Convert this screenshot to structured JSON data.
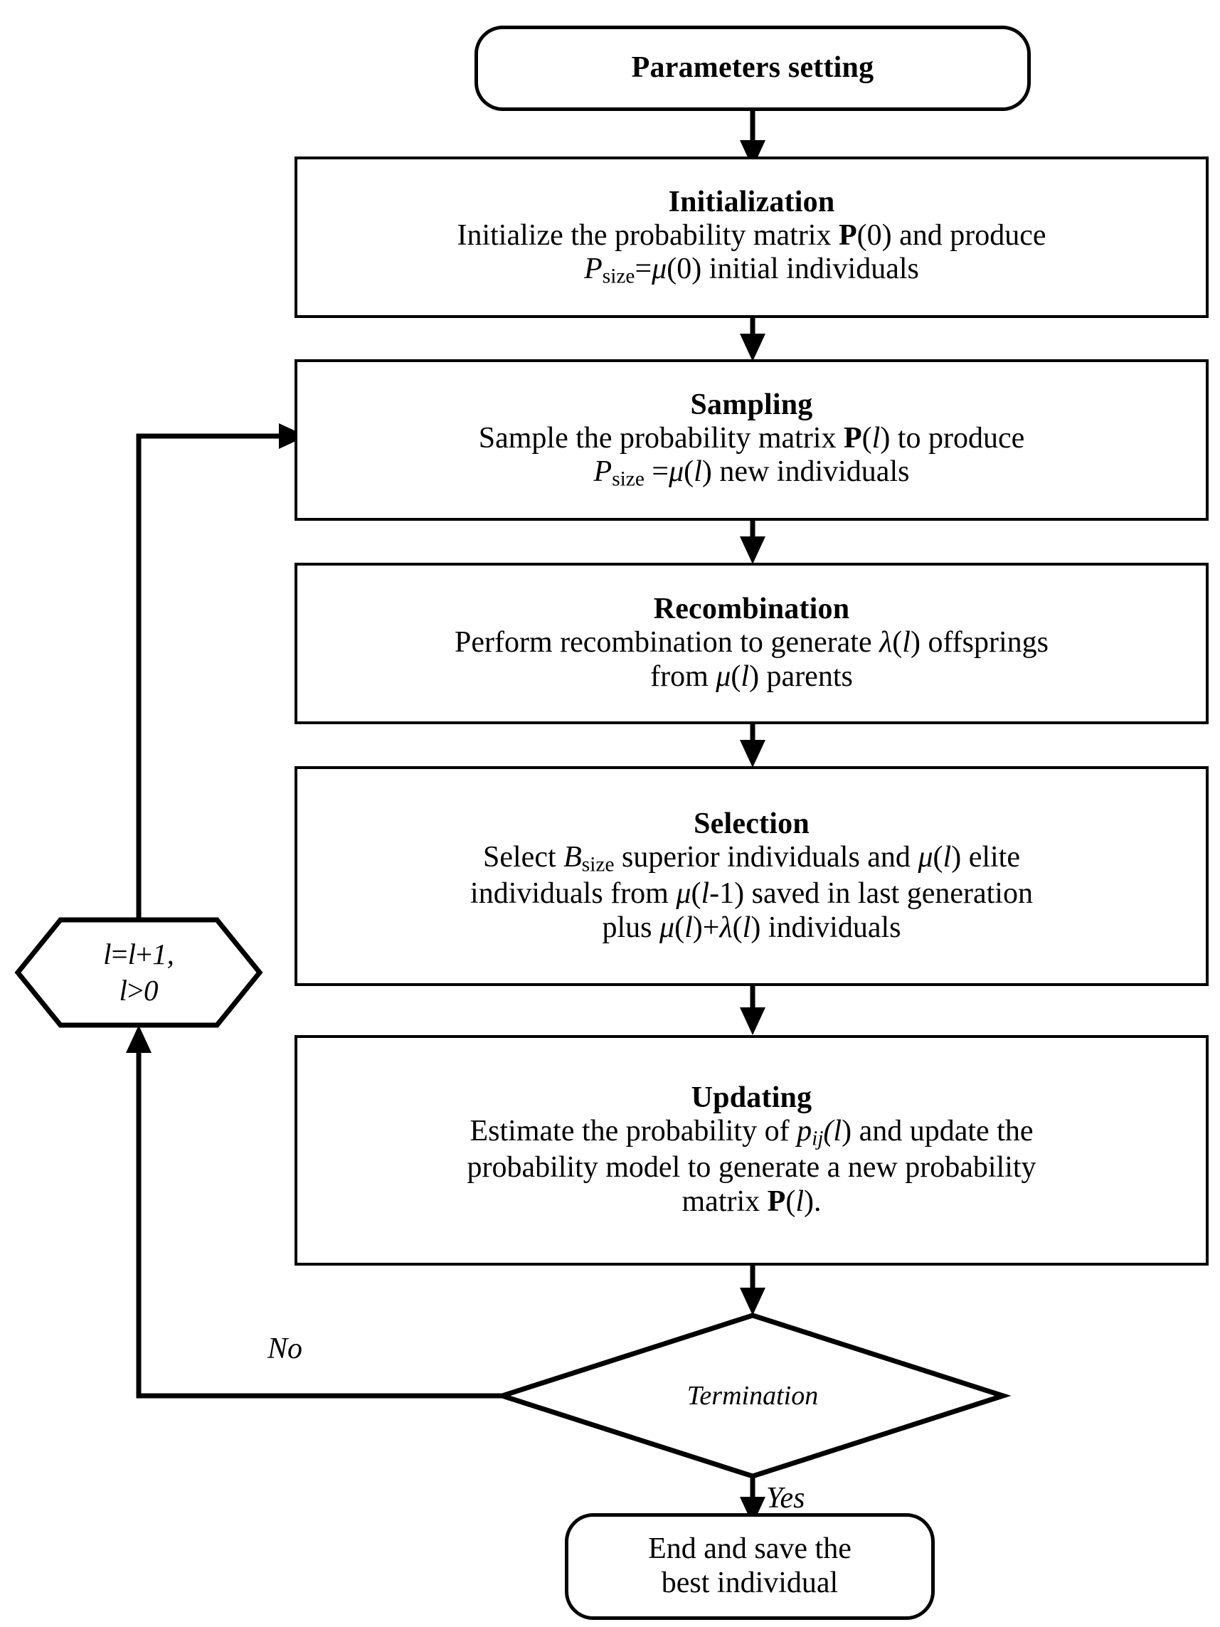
{
  "diagram": {
    "type": "flowchart",
    "title": "Evolutionary algorithm with probability model flowchart",
    "stroke_color": "#000000",
    "background_color": "#ffffff",
    "nodes": [
      {
        "id": "start",
        "shape": "terminator",
        "title": "Parameters setting",
        "lines": []
      },
      {
        "id": "initialization",
        "shape": "process",
        "title": "Initialization",
        "lines": [
          "Initialize the probability matrix P(0) and produce",
          "Psize=μ(0) initial individuals"
        ]
      },
      {
        "id": "sampling",
        "shape": "process",
        "title": "Sampling",
        "lines": [
          "Sample the probability matrix P(l) to produce",
          "Psize =μ(l) new individuals"
        ]
      },
      {
        "id": "recombination",
        "shape": "process",
        "title": "Recombination",
        "lines": [
          "Perform recombination to generate λ(l) offsprings",
          "from μ(l) parents"
        ]
      },
      {
        "id": "selection",
        "shape": "process",
        "title": "Selection",
        "lines": [
          "Select Bsize superior individuals and μ(l)  elite",
          "individuals from μ(l-1)  saved in last generation",
          "plus μ(l)+λ(l)  individuals"
        ]
      },
      {
        "id": "updating",
        "shape": "process",
        "title": "Updating",
        "lines": [
          "Estimate the probability  of pij(l) and update the",
          "probability model to generate a new probability",
          "matrix P(l)."
        ]
      },
      {
        "id": "termination",
        "shape": "decision",
        "title": "Termination",
        "lines": []
      },
      {
        "id": "increment",
        "shape": "hexagon",
        "title": "l=l+1, l>0",
        "lines": [
          "l=l+1,",
          "l>0"
        ]
      },
      {
        "id": "end",
        "shape": "terminator",
        "title": "End and save the best individual",
        "lines": [
          "End and save the",
          "best individual"
        ]
      }
    ],
    "edge_labels": {
      "no": "No",
      "yes": "Yes"
    }
  },
  "start": {
    "label": "Parameters setting"
  },
  "initialization": {
    "title": "Initialization",
    "line1_a": "Initialize the probability matrix ",
    "line1_P": "P",
    "line1_b": "(0) and produce",
    "line2_P": "P",
    "line2_sub": "size",
    "line2_eq": "=",
    "line2_mu": "μ",
    "line2_tail": "(0) initial individuals"
  },
  "sampling": {
    "title": "Sampling",
    "line1_a": "Sample the probability matrix ",
    "line1_P": "P",
    "line1_open": "(",
    "line1_l": "l",
    "line1_b": ") to produce",
    "line2_P": "P",
    "line2_sub": "size",
    "line2_eq": " =",
    "line2_mu": "μ",
    "line2_open": "(",
    "line2_l": "l",
    "line2_tail": ") new individuals"
  },
  "recombination": {
    "title": "Recombination",
    "line1_a": "Perform recombination to generate ",
    "line1_lambda": "λ",
    "line1_open": "(",
    "line1_l": "l",
    "line1_b": ") offsprings",
    "line2_a": "from ",
    "line2_mu": "μ",
    "line2_open": "(",
    "line2_l": "l",
    "line2_b": ") parents"
  },
  "selection": {
    "title": "Selection",
    "line1_a": "Select ",
    "line1_B": "B",
    "line1_sub": "size",
    "line1_b": " superior individuals and ",
    "line1_mu": "μ",
    "line1_open": "(",
    "line1_l": "l",
    "line1_c": ")  elite",
    "line2_a": "individuals from ",
    "line2_mu": "μ",
    "line2_open": "(",
    "line2_l": "l",
    "line2_minus": "-1",
    "line2_b": ")  saved in last generation",
    "line3_a": "plus ",
    "line3_mu": "μ",
    "line3_open1": "(",
    "line3_l1": "l",
    "line3_plus": ")+",
    "line3_lambda": "λ",
    "line3_open2": "(",
    "line3_l2": "l",
    "line3_b": ")  individuals"
  },
  "updating": {
    "title": "Updating",
    "line1_a": "Estimate the probability  of ",
    "line1_p": "p",
    "line1_sub": "ij",
    "line1_open": "(",
    "line1_l": "l",
    "line1_b": ") and update the",
    "line2": "probability model to generate a new probability",
    "line3_a": "matrix ",
    "line3_P": "P",
    "line3_open": "(",
    "line3_l": "l",
    "line3_b": ")."
  },
  "increment": {
    "line1_a": "l",
    "line1_b": "=",
    "line1_c": "l",
    "line1_d": "+",
    "line1_e": "1,",
    "line2_a": "l",
    "line2_b": ">",
    "line2_c": "0"
  },
  "termination": {
    "label": "Termination"
  },
  "labels": {
    "no": "No",
    "yes": "Yes"
  },
  "end": {
    "line1": "End and save the",
    "line2": "best individual"
  }
}
